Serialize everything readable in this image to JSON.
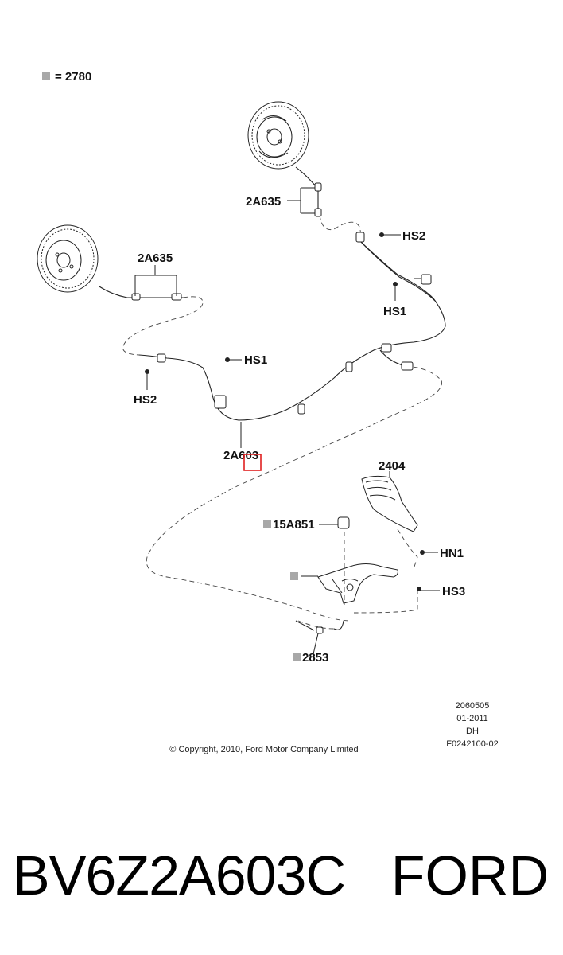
{
  "legend": {
    "symbol": "grey-square-icon",
    "text": "= 2780"
  },
  "callouts": {
    "cable_front_left": "2A635",
    "cable_rear_left": "2A635",
    "hs2_top": "HS2",
    "hs1_right": "HS1",
    "hs1_middle": "HS1",
    "hs2_left": "HS2",
    "main_cable": "2A603",
    "boot": "2404",
    "bracket": "15A851",
    "hn1": "HN1",
    "hs3": "HS3",
    "lever": "2853"
  },
  "highlight_color": "#e02020",
  "legend_square_color": "#a8a8a8",
  "copyright": "© Copyright, 2010, Ford Motor Company Limited",
  "doc_info": [
    "2060505",
    "01-2011",
    "DH",
    "F0242100-02"
  ],
  "footer": {
    "part_number": "BV6Z2A603C",
    "brand": "FORD"
  }
}
